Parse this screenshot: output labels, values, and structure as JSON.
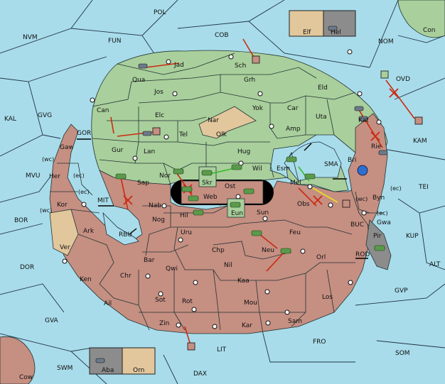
{
  "map": {
    "sea_regions": [
      "POL",
      "NVM",
      "FUN",
      "COB",
      "NOM",
      "Con",
      "KAL",
      "GVG",
      "GOR",
      "MVU",
      "BOR",
      "MIT",
      "RBU",
      "DOR",
      "GVA",
      "SWM",
      "DAX",
      "LIT",
      "FRO",
      "SOM",
      "GVP",
      "ALT",
      "KUP",
      "TEI",
      "KAM",
      "OVD",
      "SMA",
      "BUC",
      "ROD"
    ],
    "green_regions": [
      "Jad",
      "Qua",
      "Sch",
      "Jos",
      "Grh",
      "Eld",
      "Can",
      "Elc",
      "Yok",
      "Car",
      "Nar",
      "Uta",
      "Gur",
      "Tel",
      "Olk",
      "Amp",
      "Kat",
      "Lan",
      "Hug",
      "Bri",
      "Esm",
      "Sap",
      "Nor",
      "Skr",
      "Wil",
      "Mel",
      "Ost",
      "Web",
      "Obs",
      "Eun"
    ],
    "red_regions": [
      "Gaw",
      "Her",
      "Kor",
      "Ark",
      "Nab",
      "Hil",
      "Nog",
      "Sun",
      "Uru",
      "Feu",
      "Chp",
      "Bar",
      "Qwi",
      "Nil",
      "Neu",
      "Orl",
      "Ken",
      "Chr",
      "Kaa",
      "Ail",
      "Sot",
      "Rot",
      "Mou",
      "Los",
      "Zin",
      "Kar",
      "Sam",
      "Rie",
      "Byn",
      "Gwa"
    ],
    "wc_labels": [
      "(wc)",
      "(ec)",
      "(ec)",
      "(wc)",
      "(wc)",
      "(ec)",
      "(ec)"
    ],
    "legend_top": {
      "left": "Elf",
      "right": "Hel"
    },
    "legend_bottom": {
      "left": "Aba",
      "right": "Orn"
    },
    "extra": {
      "Ver": "Ver",
      "Pir": "Pir",
      "Cow": "Cow"
    }
  },
  "colors": {
    "sea": "#a8dcea",
    "green": "#a9cf9c",
    "red": "#c58f82",
    "tan": "#e2c79c",
    "grey": "#8c8c8c",
    "order_red": "#cc2a10",
    "order_green": "#33bb22",
    "order_yellow": "#e8e020"
  }
}
